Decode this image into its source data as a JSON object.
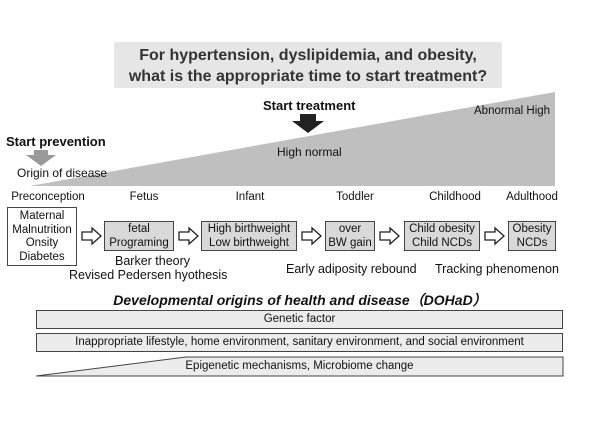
{
  "question": {
    "line1": "For hypertension, dyslipidemia, and obesity,",
    "line2": "what is the appropriate time to start treatment?"
  },
  "wedge": {
    "start_treatment": "Start treatment",
    "start_prevention": "Start prevention",
    "origin_of_disease": "Origin of disease",
    "high_normal": "High normal",
    "abnormal_high": "Abnormal High",
    "fill_color": "#bfbfbf"
  },
  "stages": [
    "Preconception",
    "Fetus",
    "Infant",
    "Toddler",
    "Childhood",
    "Adulthood"
  ],
  "boxes": [
    {
      "lines": [
        "Maternal",
        "Malnutrition",
        "Onsity",
        "Diabetes"
      ],
      "style": "white"
    },
    {
      "lines": [
        "fetal",
        "Programing"
      ],
      "style": "gray"
    },
    {
      "lines": [
        "High birthweight",
        "Low birthweight"
      ],
      "style": "gray"
    },
    {
      "lines": [
        "over",
        "BW gain"
      ],
      "style": "gray"
    },
    {
      "lines": [
        "Child obesity",
        "Child NCDs"
      ],
      "style": "gray"
    },
    {
      "lines": [
        "Obesity",
        "NCDs"
      ],
      "style": "gray"
    }
  ],
  "subtexts": {
    "barker": "Barker theory",
    "pedersen": "Revised Pedersen hyothesis",
    "adiposity": "Early adiposity rebound",
    "tracking": "Tracking phenomenon"
  },
  "dohad_title": "Developmental origins of health and disease（DOHaD）",
  "bars": {
    "genetic": "Genetic factor",
    "lifestyle": "Inappropriate lifestyle, home environment, sanitary environment, and social environment",
    "epigenetic": "Epigenetic mechanisms, Microbiome change"
  }
}
